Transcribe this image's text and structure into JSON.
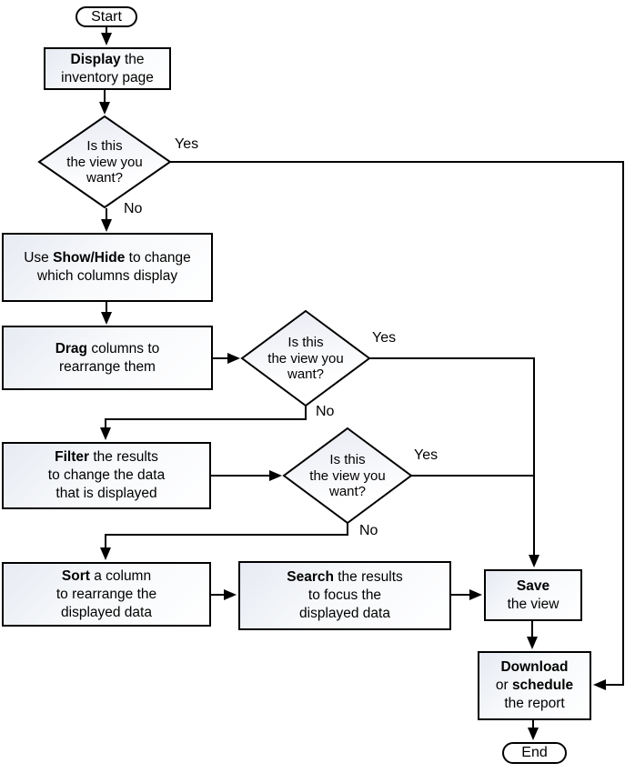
{
  "colors": {
    "line": "#000000",
    "node_border": "#000000",
    "node_fill_top": "#e7eaf2",
    "node_fill_bottom": "#ffffff",
    "background": "#ffffff",
    "text": "#000000"
  },
  "nodes": {
    "start": {
      "label": "Start"
    },
    "display": {
      "bold1": "Display",
      "rest1": " the",
      "line2": "inventory page"
    },
    "decision1": {
      "line1": "Is this",
      "line2": "the view you",
      "line3": "want?"
    },
    "show_hide": {
      "pre1": "Use ",
      "bold1": "Show/Hide",
      "rest1": " to change",
      "line2": "which columns display"
    },
    "drag": {
      "bold1": "Drag",
      "rest1": " columns to",
      "line2": "rearrange them"
    },
    "decision2": {
      "line1": "Is this",
      "line2": "the view you",
      "line3": "want?"
    },
    "filter": {
      "bold1": "Filter",
      "rest1": " the results",
      "line2": "to change the data",
      "line3": "that is displayed"
    },
    "decision3": {
      "line1": "Is this",
      "line2": "the view you",
      "line3": "want?"
    },
    "sort": {
      "bold1": "Sort",
      "rest1": " a column",
      "line2": "to rearrange the",
      "line3": "displayed data"
    },
    "search": {
      "bold1": "Search",
      "rest1": " the results",
      "line2": "to focus the",
      "line3": "displayed data"
    },
    "save": {
      "bold1": "Save",
      "line2": "the view"
    },
    "download": {
      "bold1": "Download",
      "pre2": "or ",
      "bold2": "schedule",
      "line3": "the report"
    },
    "end": {
      "label": "End"
    }
  },
  "edge_labels": {
    "decision1_yes": "Yes",
    "decision1_no": "No",
    "decision2_yes": "Yes",
    "decision2_no": "No",
    "decision3_yes": "Yes",
    "decision3_no": "No"
  }
}
